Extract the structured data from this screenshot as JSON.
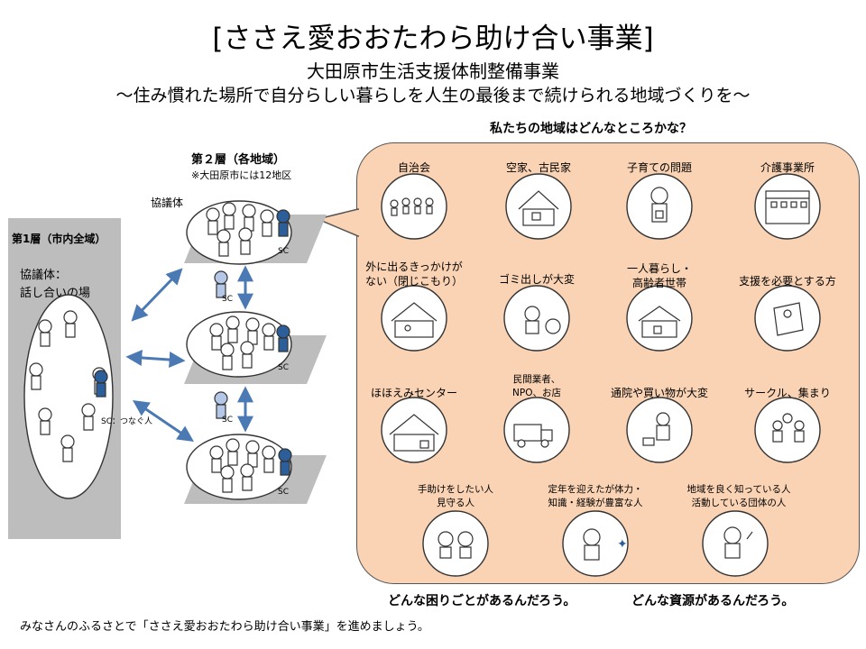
{
  "header": {
    "title": "[ささえ愛おおたわら助け合い事業]",
    "subtitle": "大田原市生活支援体制整備事業",
    "tagline": "〜住み慣れた場所で自分らしい暮らしを人生の最後まで続けられる地域づくりを〜"
  },
  "question_top": "私たちの地域はどんなところかな？",
  "layer1": {
    "title": "第1層（市内全域）",
    "label_line1": "協議体：",
    "label_line2": "話し合いの場",
    "sc_caption": "SC：つなぐ人"
  },
  "layer2": {
    "title": "第２層（各地域）",
    "note": "※大田原市には12地区",
    "council_label": "協議体"
  },
  "sc_tag": "SC",
  "colors": {
    "bubble": "#fad3b4",
    "layer1_box": "#bdbdbd",
    "sc_person": "#2c5f99",
    "sc_light_person": "#b4c7e7",
    "arrow": "#4a79b4"
  },
  "items": [
    {
      "label": "自治会"
    },
    {
      "label": "空家、古民家"
    },
    {
      "label": "子育ての問題"
    },
    {
      "label": "介護事業所"
    },
    {
      "label_line1": "外に出るきっかけが",
      "label_line2": "ない（閉じこもり）"
    },
    {
      "label": "ゴミ出しが大変"
    },
    {
      "label_line1": "一人暮らし・",
      "label_line2": "高齢者世帯"
    },
    {
      "label": "支援を必要とする方"
    },
    {
      "label": "ほほえみセンター"
    },
    {
      "label_line1": "民間業者、",
      "label_line2": "NPO、お店"
    },
    {
      "label": "通院や買い物が大変"
    },
    {
      "label": "サークル、集まり"
    },
    {
      "label_line1": "手助けをしたい人",
      "label_line2": "見守る人"
    },
    {
      "label_line1": "定年を迎えたが体力・",
      "label_line2": "知識・経験が豊富な人"
    },
    {
      "label_line1": "地域を良く知っている人",
      "label_line2": "活動している団体の人"
    }
  ],
  "bottom_questions": {
    "problems": "どんな困りごとがあるんだろう。",
    "resources": "どんな資源があるんだろう。"
  },
  "footer": "みなさんのふるさとで「ささえ愛おおたわら助け合い事業」を進めましょう。"
}
